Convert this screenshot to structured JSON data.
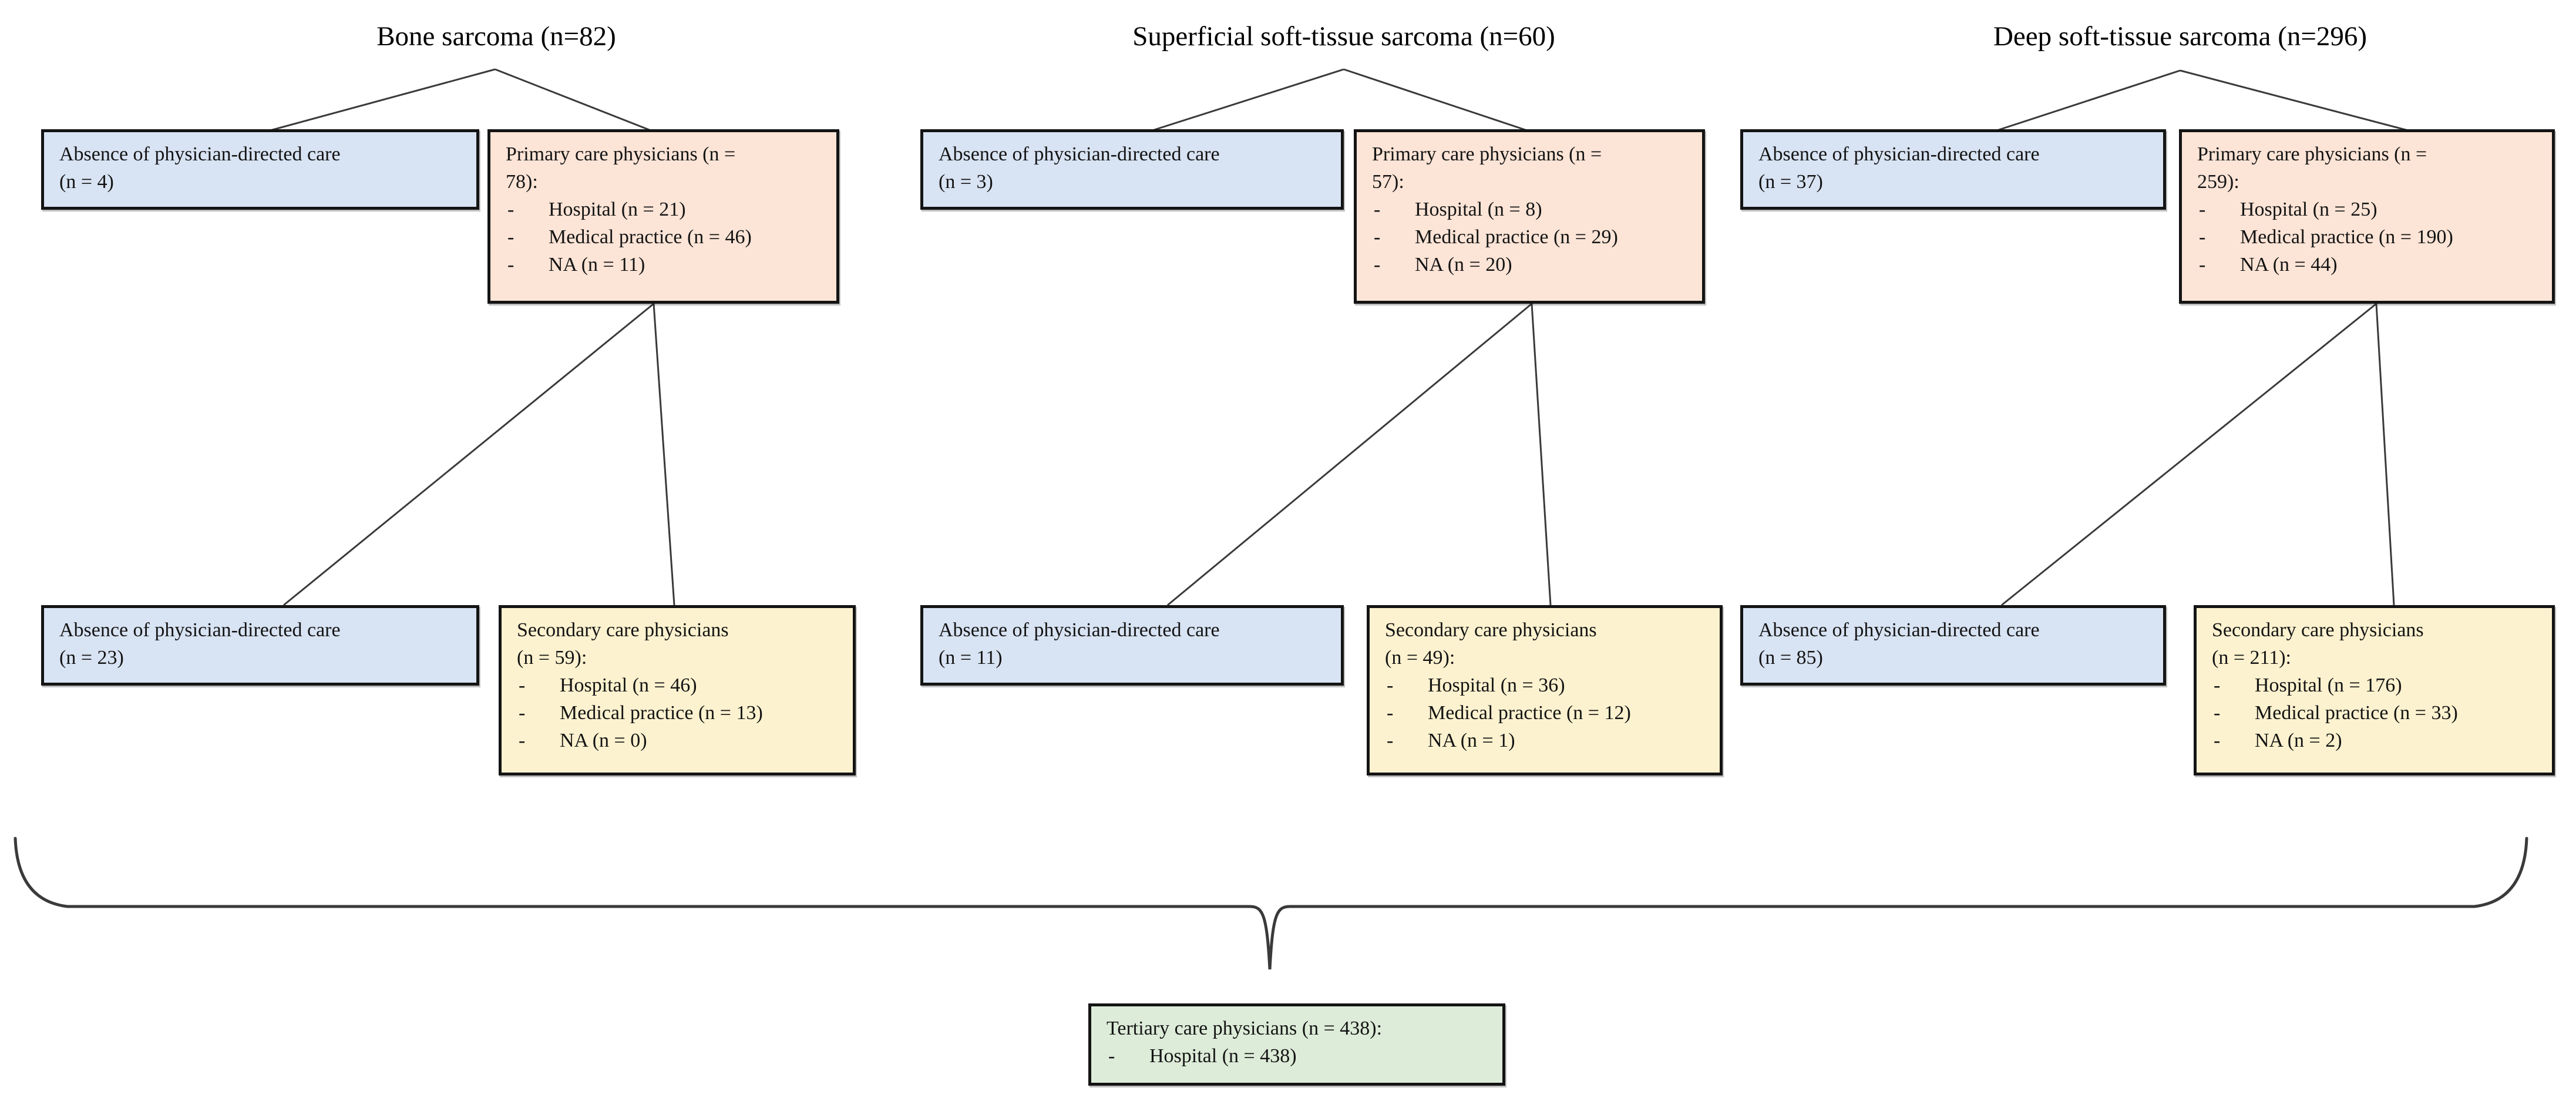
{
  "bullet_char": "-",
  "colors": {
    "absence_fill": "#d8e3f3",
    "primary_fill": "#fce4d6",
    "secondary_fill": "#fdf2cf",
    "tertiary_fill": "#ddecd9",
    "box_border": "#141414",
    "connector": "#3a3a3a"
  },
  "columns": [
    {
      "title": "Bone sarcoma (n=82)",
      "row1": {
        "absence": {
          "lines": [
            "Absence of physician-directed care",
            "(n = 4)"
          ]
        },
        "primary": {
          "header_lines": [
            "Primary care physicians (n =",
            "78):"
          ],
          "items": [
            "Hospital (n = 21)",
            "Medical practice (n = 46)",
            "NA (n = 11)"
          ]
        }
      },
      "row2": {
        "absence": {
          "lines": [
            "Absence of physician-directed care",
            "(n = 23)"
          ]
        },
        "secondary": {
          "header_lines": [
            "Secondary care physicians",
            "(n = 59):"
          ],
          "items": [
            "Hospital (n = 46)",
            "Medical practice (n = 13)",
            "NA (n = 0)"
          ]
        }
      }
    },
    {
      "title": "Superficial soft-tissue sarcoma (n=60)",
      "row1": {
        "absence": {
          "lines": [
            "Absence of physician-directed care",
            "(n = 3)"
          ]
        },
        "primary": {
          "header_lines": [
            "Primary care physicians (n =",
            "57):"
          ],
          "items": [
            "Hospital (n = 8)",
            "Medical practice (n = 29)",
            "NA (n = 20)"
          ]
        }
      },
      "row2": {
        "absence": {
          "lines": [
            "Absence of physician-directed care",
            "(n = 11)"
          ]
        },
        "secondary": {
          "header_lines": [
            "Secondary care physicians",
            "(n = 49):"
          ],
          "items": [
            "Hospital (n = 36)",
            "Medical practice (n = 12)",
            "NA (n = 1)"
          ]
        }
      }
    },
    {
      "title": "Deep soft-tissue sarcoma (n=296)",
      "row1": {
        "absence": {
          "lines": [
            "Absence of physician-directed care",
            "(n = 37)"
          ]
        },
        "primary": {
          "header_lines": [
            "Primary care physicians (n =",
            "259):"
          ],
          "items": [
            "Hospital (n = 25)",
            "Medical practice (n = 190)",
            "NA (n = 44)"
          ]
        }
      },
      "row2": {
        "absence": {
          "lines": [
            "Absence of physician-directed care",
            "(n = 85)"
          ]
        },
        "secondary": {
          "header_lines": [
            "Secondary care physicians",
            "(n = 211):"
          ],
          "items": [
            "Hospital (n = 176)",
            "Medical practice (n = 33)",
            "NA (n = 2)"
          ]
        }
      }
    }
  ],
  "tertiary": {
    "header": "Tertiary care physicians (n = 438):",
    "items": [
      "Hospital (n = 438)"
    ]
  }
}
